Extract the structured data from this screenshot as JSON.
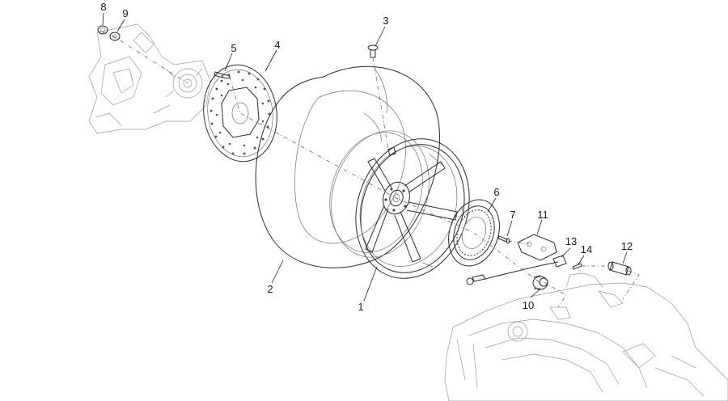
{
  "diagram": {
    "callouts": [
      {
        "id": "1",
        "label": "1"
      },
      {
        "id": "2",
        "label": "2"
      },
      {
        "id": "3",
        "label": "3"
      },
      {
        "id": "4",
        "label": "4"
      },
      {
        "id": "5",
        "label": "5"
      },
      {
        "id": "6",
        "label": "6"
      },
      {
        "id": "7",
        "label": "7"
      },
      {
        "id": "8",
        "label": "8"
      },
      {
        "id": "9",
        "label": "9"
      },
      {
        "id": "10",
        "label": "10"
      },
      {
        "id": "11",
        "label": "11"
      },
      {
        "id": "12",
        "label": "12"
      },
      {
        "id": "13",
        "label": "13"
      },
      {
        "id": "14",
        "label": "14"
      }
    ],
    "colors": {
      "line": "#2b2b2b",
      "background": "#ffffff",
      "ghost": "#9a9a9a"
    }
  }
}
